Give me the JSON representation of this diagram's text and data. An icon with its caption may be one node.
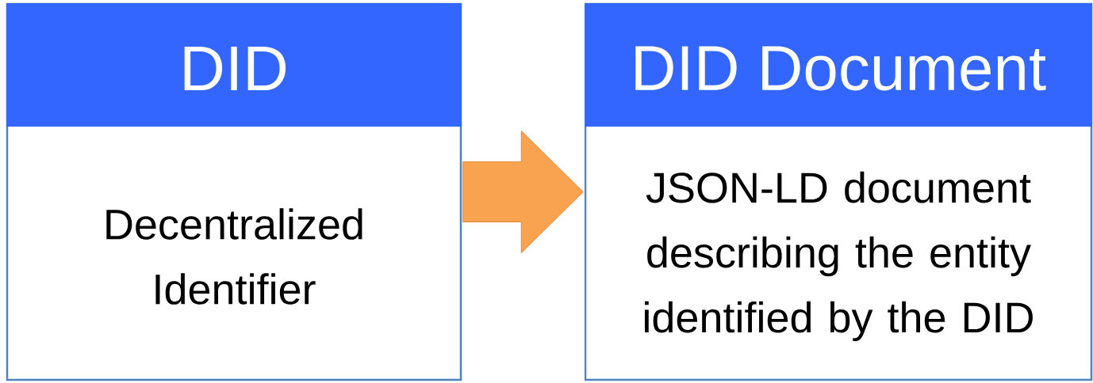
{
  "diagram": {
    "nodes": [
      {
        "text": [
          "DID",
          "Decentralized Identifier"
        ]
      },
      {
        "text": [
          "DID Document",
          "JSON-LD document describing the entity identified by the DID"
        ]
      }
    ],
    "edges": [
      {
        "from": 0,
        "to": 1,
        "arrow": "to"
      }
    ]
  }
}
